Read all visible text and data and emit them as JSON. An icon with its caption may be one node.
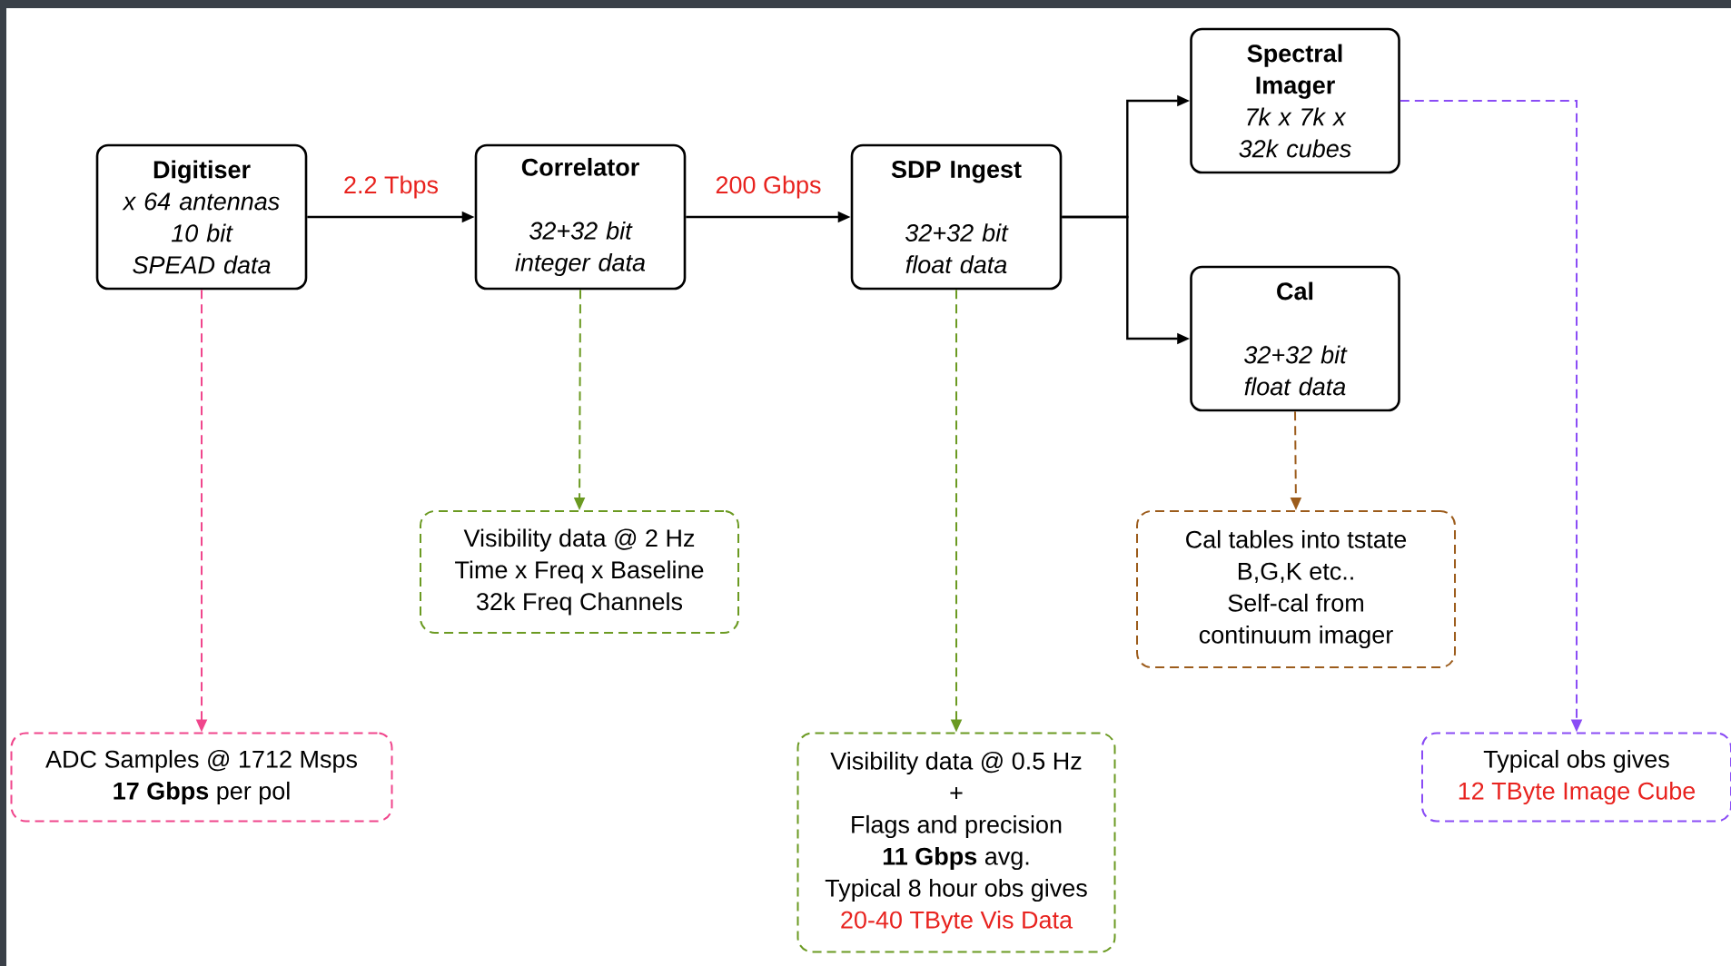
{
  "diagram": {
    "nodes": [
      {
        "text": [
          "Digitiser",
          "x 64 antennas 10 bit SPEAD data"
        ]
      },
      {
        "text": [
          "Correlator",
          "32+32 bit integer data"
        ]
      },
      {
        "text": [
          "SDP Ingest",
          "32+32 bit float data"
        ]
      },
      {
        "text": [
          "Spectral Imager",
          "7k x 7k x 32k cubes"
        ]
      },
      {
        "text": [
          "Cal",
          "32+32 bit float data"
        ]
      },
      {
        "text": [
          "Visibility data @ 2 Hz",
          "Time x Freq x Baseline",
          "32k Freq Channels"
        ]
      },
      {
        "text": [
          "Cal tables into tstate",
          "B,G,K etc..",
          "Self-cal from",
          "continuum imager"
        ]
      },
      {
        "text": [
          "ADC Samples @ 1712 Msps",
          "**17 Gbps** per pol"
        ]
      },
      {
        "text": [
          "Visibility data @ 0.5 Hz",
          "+",
          "Flags and precision",
          "**11 Gbps** avg.",
          "Typical 8 hour obs gives",
          "20-40 TByte Vis Data"
        ]
      },
      {
        "text": [
          "Typical obs gives",
          "12 TByte Image Cube"
        ]
      }
    ],
    "edges": [
      {
        "from": 0,
        "to": 1,
        "arrow": "to",
        "label": "2.2 Tbps"
      },
      {
        "from": 1,
        "to": 2,
        "arrow": "to",
        "label": "200 Gbps"
      },
      {
        "from": 2,
        "to": 3,
        "arrow": "to"
      },
      {
        "from": 2,
        "to": 4,
        "arrow": "to"
      },
      {
        "from": 0,
        "to": 7,
        "arrow": "to",
        "style": "dashed",
        "color": "#f0468c"
      },
      {
        "from": 1,
        "to": 5,
        "arrow": "to",
        "style": "dashed",
        "color": "#6b9a22"
      },
      {
        "from": 2,
        "to": 8,
        "arrow": "to",
        "style": "dashed",
        "color": "#6b9a22"
      },
      {
        "from": 4,
        "to": 6,
        "arrow": "to",
        "style": "dashed",
        "color": "#9c5c1c"
      },
      {
        "from": 3,
        "to": 9,
        "arrow": "to",
        "style": "dashed",
        "color": "#8a4cf5"
      }
    ]
  }
}
